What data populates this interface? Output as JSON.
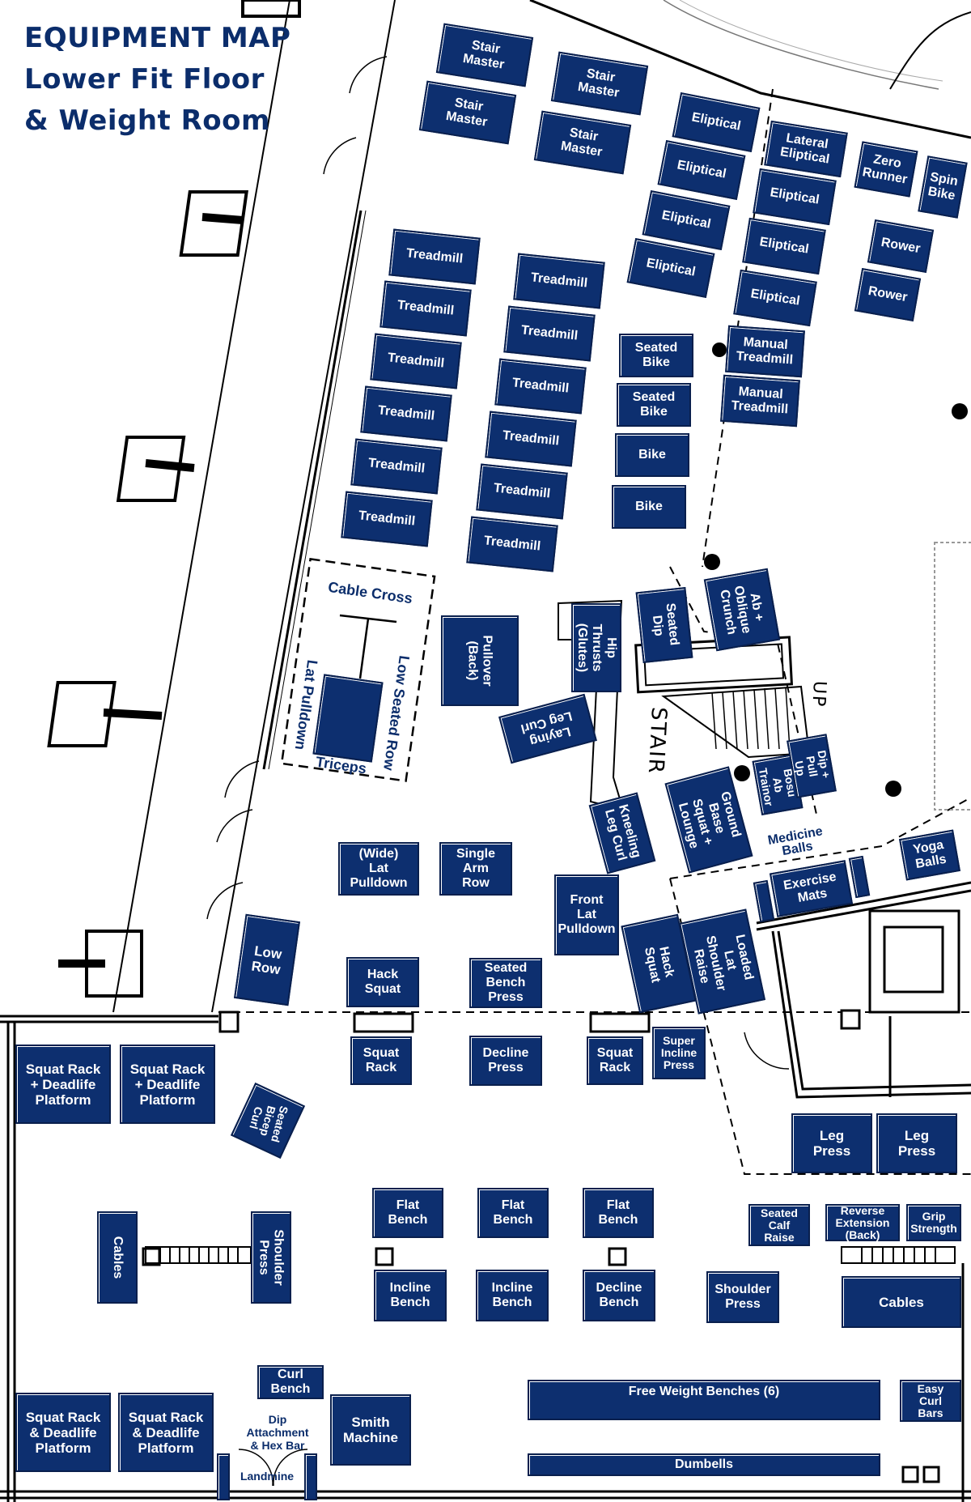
{
  "title": {
    "line1": "EQUIPMENT MAP",
    "line2": "Lower Fit Floor",
    "line3": "& Weight Room"
  },
  "colors": {
    "equipment_fill": "#0d2f6f",
    "title_text": "#0b2d6b",
    "walls": "#000000"
  },
  "labels": {
    "cable_cross": "Cable Cross",
    "lat_pulldown": "Lat Pulldown",
    "low_seated_row": "Low Seated Row",
    "triceps": "Triceps",
    "medicine_balls": "Medicine\nBalls",
    "dip_attachment": "Dip\nAttachment\n& Hex Bar",
    "landmine": "Landmine",
    "stair": "STAIR",
    "up": "UP"
  },
  "equipment": {
    "stair_master": "Stair\nMaster",
    "elliptical": "Eliptical",
    "lateral_elliptical": "Lateral\nEliptical",
    "zero_runner": "Zero\nRunner",
    "spin_bike": "Spin\nBike",
    "rower": "Rower",
    "treadmill": "Treadmill",
    "manual_treadmill": "Manual\nTreadmill",
    "seated_bike": "Seated\nBike",
    "bike": "Bike",
    "pullover": "Pullover\n(Back)",
    "hip_thrusts": "Hip Thrusts\n(Glutes)",
    "seated_dip": "Seated\nDip",
    "ab_oblique": "Ab +\nOblique\nCrunch",
    "laying_leg_curl": "Laying\nLeg Curl",
    "bosu": "Bosu Ab\nTrainor",
    "dip_pull_up": "Dip +\nPull Up",
    "kneeling_leg_curl": "Kneeling\nLeg Curl",
    "ground_base": "Ground Base\nSquat +\nLounge",
    "yoga_balls": "Yoga\nBalls",
    "exercise_mats": "Exercise\nMats",
    "wide_lat": "(Wide)\nLat\nPulldown",
    "single_arm_row": "Single\nArm\nRow",
    "front_lat": "Front\nLat\nPulldown",
    "hack_squat": "Hack\nSquat",
    "loaded_lat": "Loaded\nLat\nShoulder\nRaise",
    "low_row": "Low\nRow",
    "seated_bench_press": "Seated\nBench\nPress",
    "squat_rack": "Squat\nRack",
    "decline_press": "Decline\nPress",
    "super_incline": "Super\nIncline\nPress",
    "squat_rack_deadlift_plus": "Squat Rack\n+ Deadlife\nPlatform",
    "squat_rack_deadlift_amp": "Squat Rack\n& Deadlife\nPlatform",
    "seated_bicep_curl": "Seated\nBicep\nCurl",
    "leg_press": "Leg\nPress",
    "flat_bench": "Flat\nBench",
    "incline_bench": "Incline\nBench",
    "decline_bench": "Decline\nBench",
    "shoulder_press": "Shoulder\nPress",
    "cables": "Cables",
    "seated_calf_raise": "Seated\nCalf\nRaise",
    "reverse_extension": "Reverse\nExtension\n(Back)",
    "grip_strength": "Grip\nStrength",
    "curl_bench": "Curl\nBench",
    "smith_machine": "Smith\nMachine",
    "free_weight_benches": "Free Weight Benches (6)",
    "dumbells": "Dumbells",
    "easy_curl_bars": "Easy\nCurl\nBars"
  }
}
